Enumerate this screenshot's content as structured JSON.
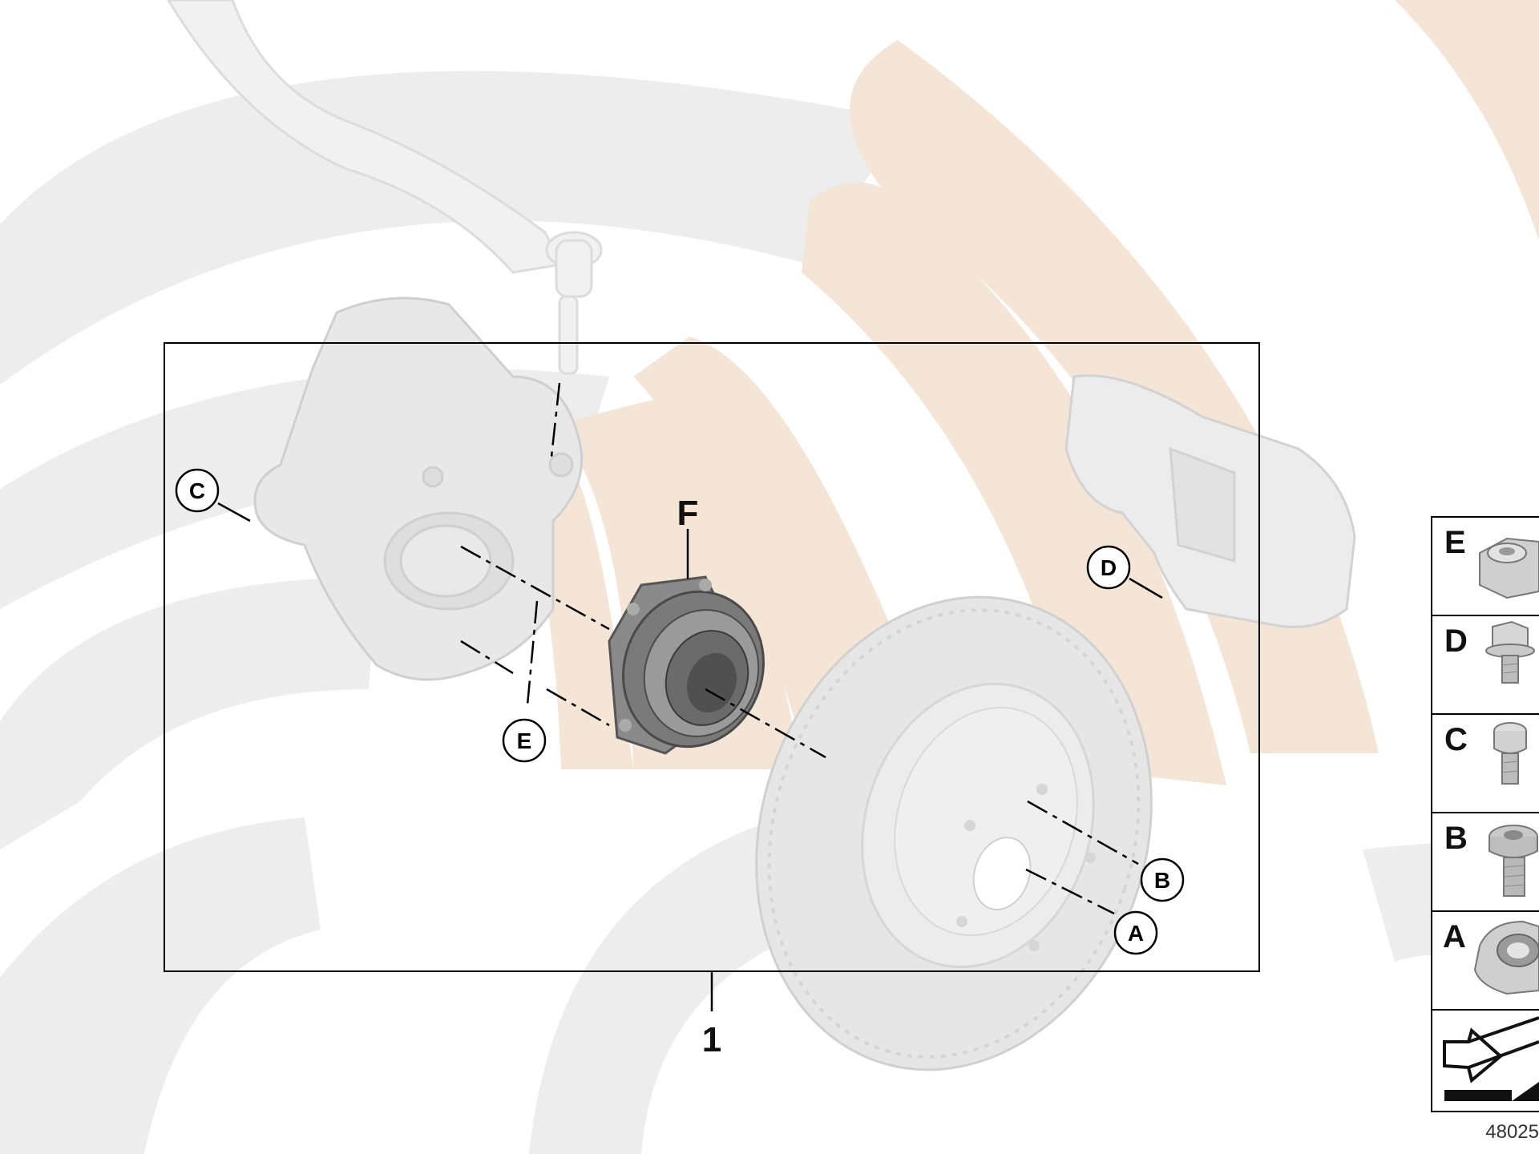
{
  "diagram": {
    "assembly_number": "1",
    "hub_label": "F",
    "callouts": {
      "A": "A",
      "B": "B",
      "C": "C",
      "D": "D",
      "E": "E"
    },
    "legend": {
      "rows": [
        "E",
        "D",
        "C",
        "B",
        "A"
      ],
      "icons": [
        "flange-nut-icon",
        "flange-bolt-icon",
        "torx-bolt-icon",
        "hex-socket-bolt-icon",
        "collar-nut-icon",
        "replace-arrow-icon"
      ]
    },
    "figure_id": "48025"
  },
  "colors": {
    "watermark_gray": "#eceeed",
    "watermark_beige": "#f4e5d7",
    "part_gray": "#dcdcdc",
    "hub_dark": "#6c6c6c",
    "frame": "#000000"
  }
}
